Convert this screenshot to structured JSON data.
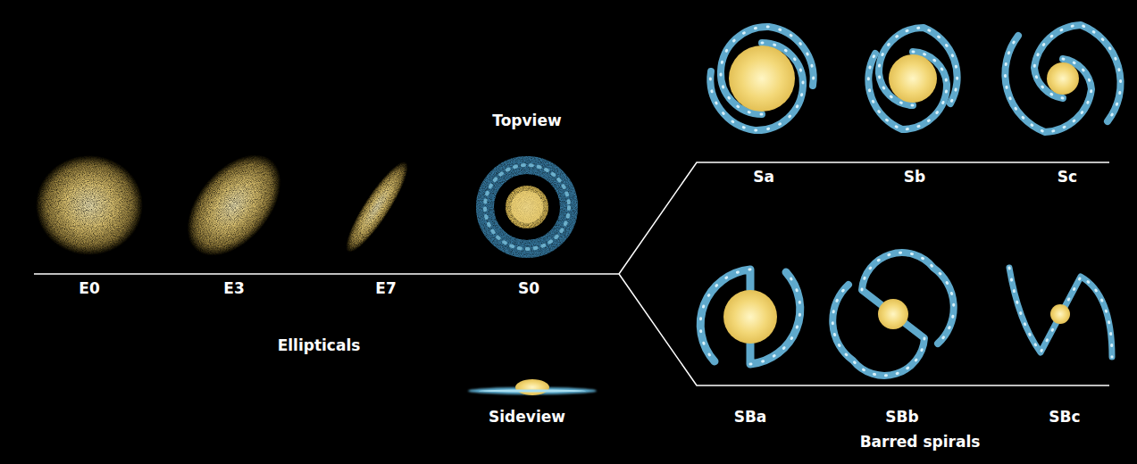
{
  "diagram": {
    "labels": [
      "Sa",
      "Sb",
      "Sc",
      "Topview",
      "E0",
      "E3",
      "E7",
      "S0",
      "Ellipticals",
      "Sideview",
      "SBa",
      "SBb",
      "SBc",
      "Barred spirals"
    ]
  }
}
